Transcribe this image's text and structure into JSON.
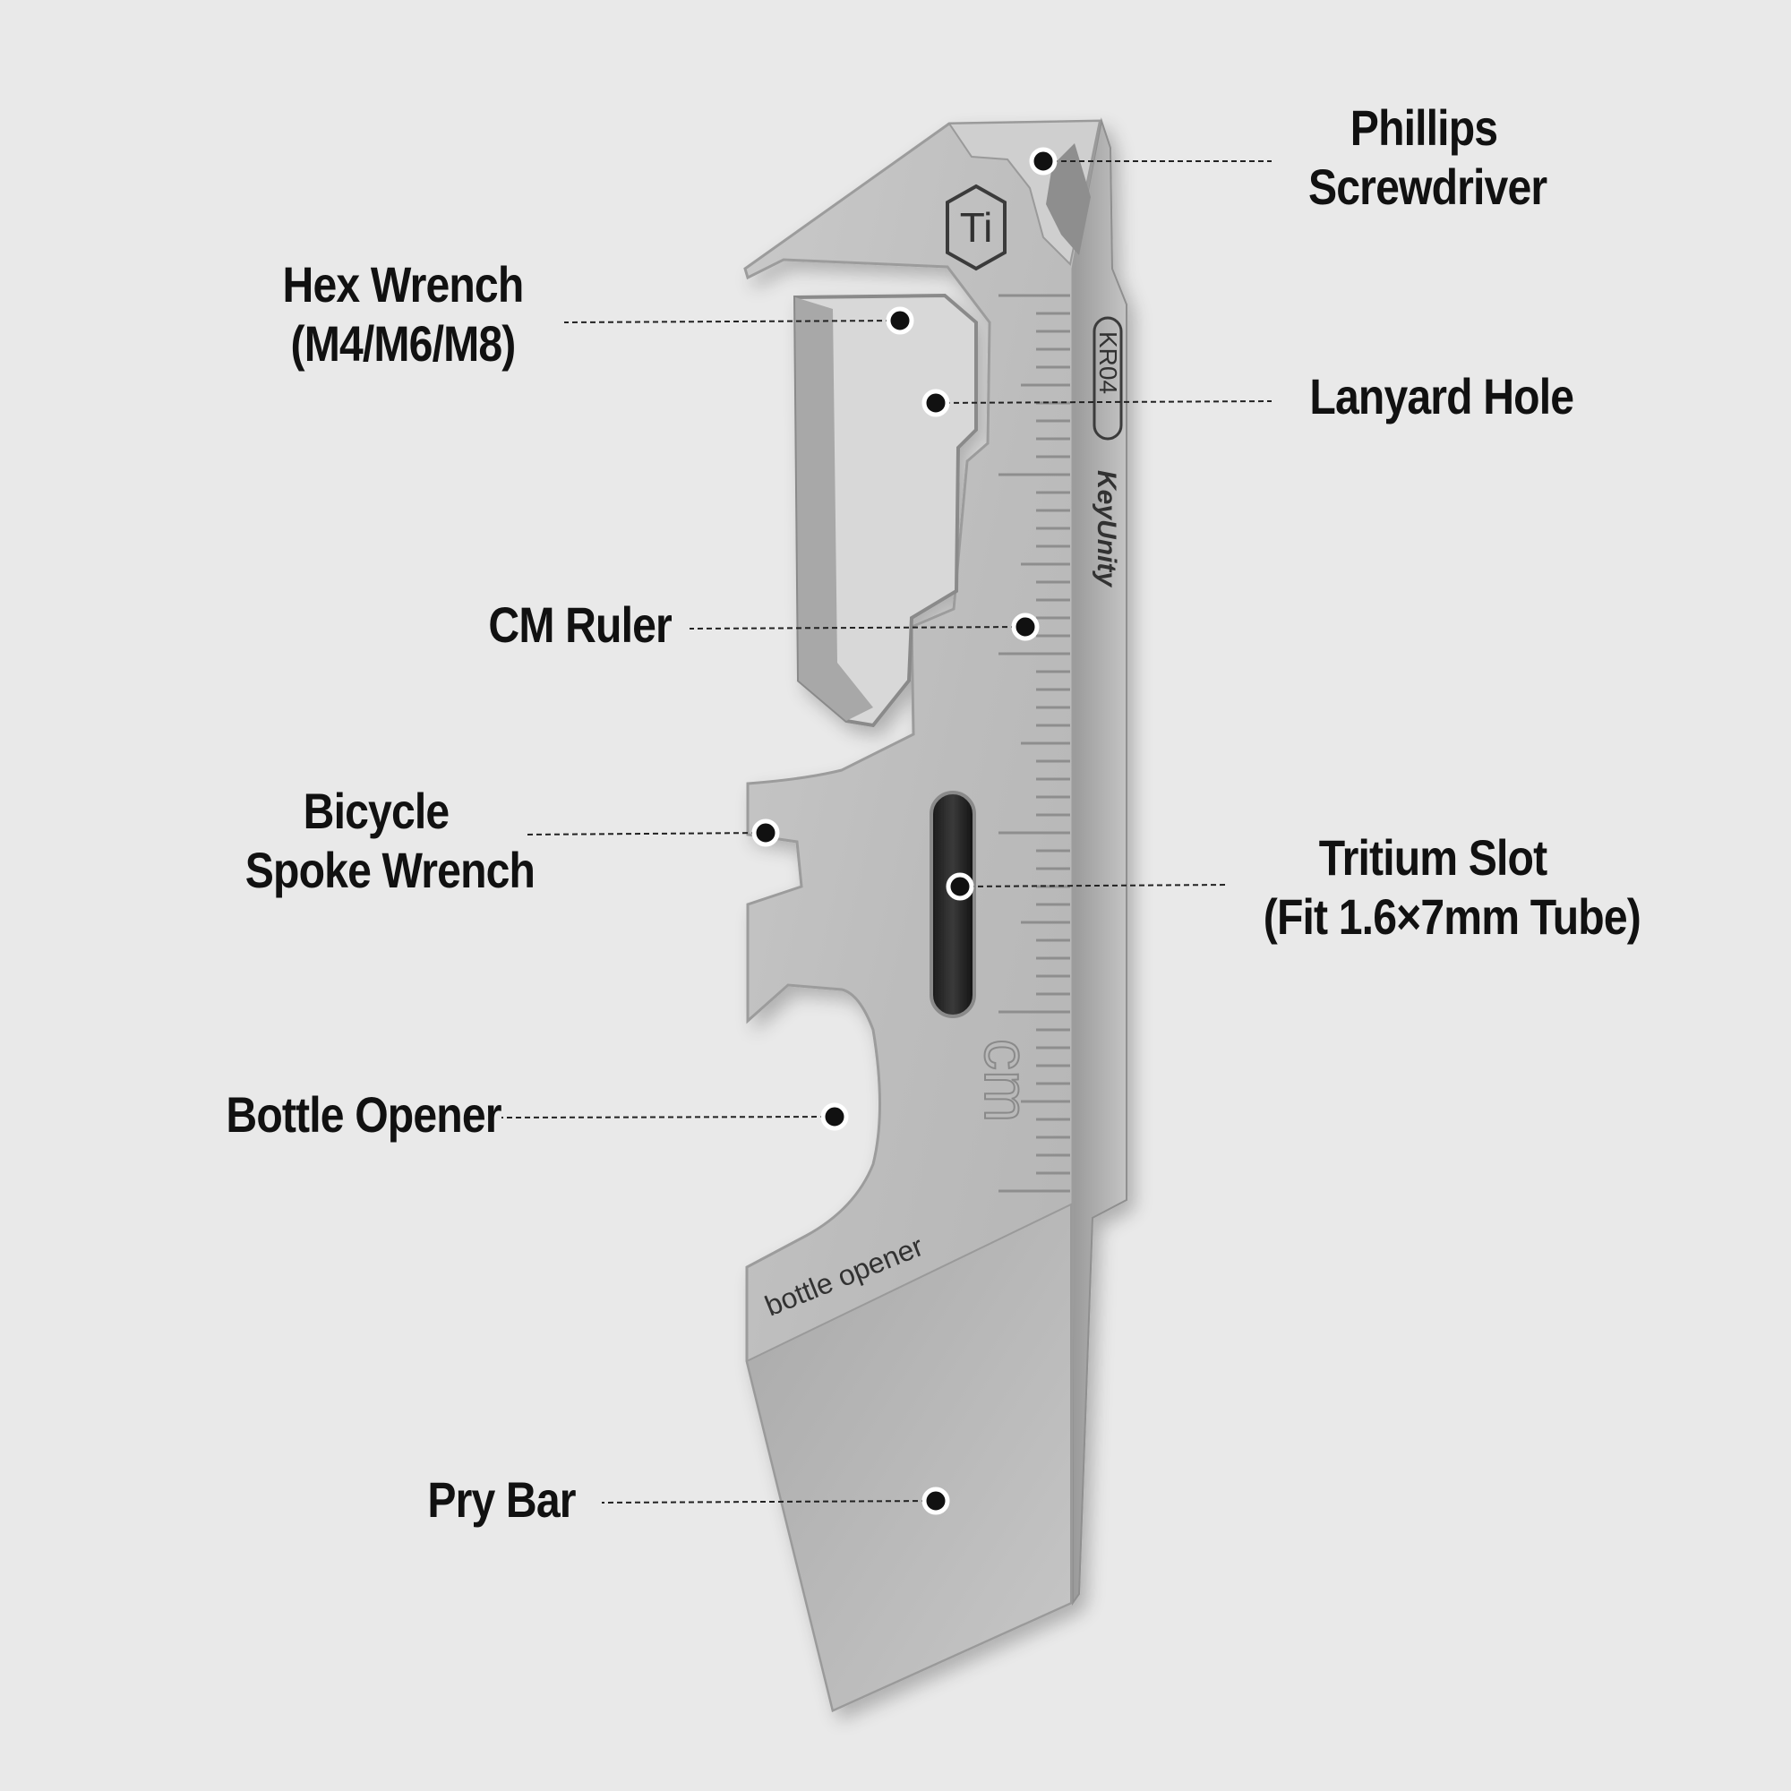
{
  "background_color": "#e9e9e9",
  "tool": {
    "material_mark": "Ti",
    "model_mark": "KR04",
    "brand_mark": "KeyUnity",
    "ruler_unit": "cm",
    "engraving": "bottle opener",
    "metal_color": "#bdbdbd"
  },
  "callouts": [
    {
      "id": "phillips",
      "lines": [
        "Phillips",
        "Screwdriver"
      ]
    },
    {
      "id": "hex",
      "lines": [
        "Hex Wrench",
        "(M4/M6/M8)"
      ]
    },
    {
      "id": "lanyard",
      "lines": [
        "Lanyard Hole"
      ]
    },
    {
      "id": "ruler",
      "lines": [
        "CM Ruler"
      ]
    },
    {
      "id": "spoke",
      "lines": [
        "Bicycle",
        "Spoke Wrench"
      ]
    },
    {
      "id": "tritium",
      "lines": [
        "Tritium Slot",
        "(Fit 1.6×7mm Tube)"
      ]
    },
    {
      "id": "bottle",
      "lines": [
        "Bottle Opener"
      ]
    },
    {
      "id": "prybar",
      "lines": [
        "Pry Bar"
      ]
    }
  ]
}
